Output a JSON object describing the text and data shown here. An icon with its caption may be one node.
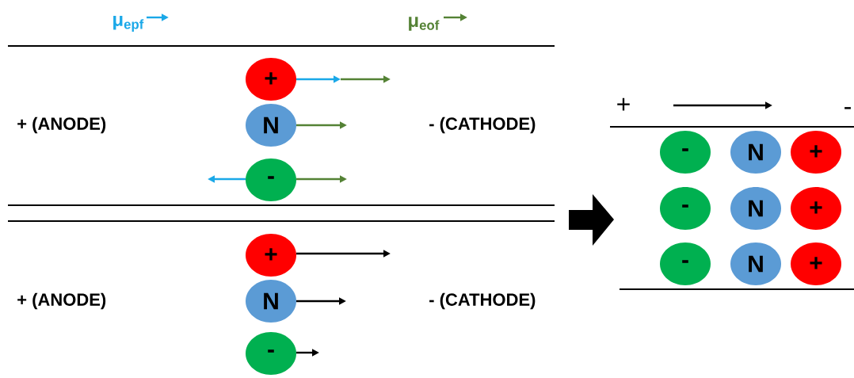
{
  "diagram": {
    "nodes": [
      {
        "text": [
          "+"
        ]
      },
      {
        "text": [
          "N"
        ]
      },
      {
        "text": [
          "-"
        ]
      },
      {
        "text": [
          "+"
        ]
      },
      {
        "text": [
          "N"
        ]
      },
      {
        "text": [
          "-"
        ]
      },
      {
        "text": [
          "-"
        ]
      },
      {
        "text": [
          "N"
        ]
      },
      {
        "text": [
          "+"
        ]
      },
      {
        "text": [
          "-"
        ]
      },
      {
        "text": [
          "N"
        ]
      },
      {
        "text": [
          "+"
        ]
      },
      {
        "text": [
          "-"
        ]
      },
      {
        "text": [
          "N"
        ]
      },
      {
        "text": [
          "+"
        ]
      }
    ],
    "labels": [
      "+ (ANODE)",
      "- (CATHODE)",
      "+ (ANODE)",
      "- (CATHODE)",
      "+",
      "-"
    ],
    "legend": [
      {
        "text": "μ$_{epf}$"
      },
      {
        "text": "μ$_{eof}$"
      }
    ]
  }
}
